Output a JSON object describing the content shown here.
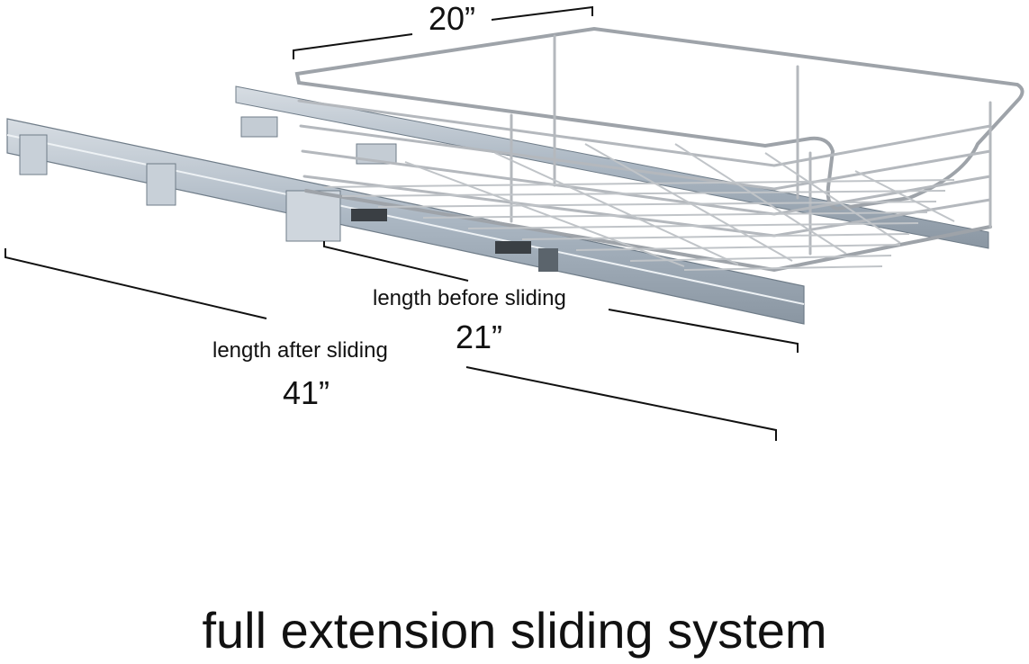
{
  "dimensions": {
    "width": "20”",
    "length_before_label": "length before sliding",
    "length_before": "21”",
    "length_after_label": "length after sliding",
    "length_after": "41”"
  },
  "caption": "full extension sliding system",
  "colors": {
    "chrome_wire": "#b4b8bd",
    "chrome_dark": "#7a7f85",
    "rail_steel": "#aab6c2",
    "rail_dark": "#6f7c88",
    "dimension_line": "#111111"
  },
  "icons": [
    "wire-basket-illustration",
    "slide-rail-illustration"
  ]
}
